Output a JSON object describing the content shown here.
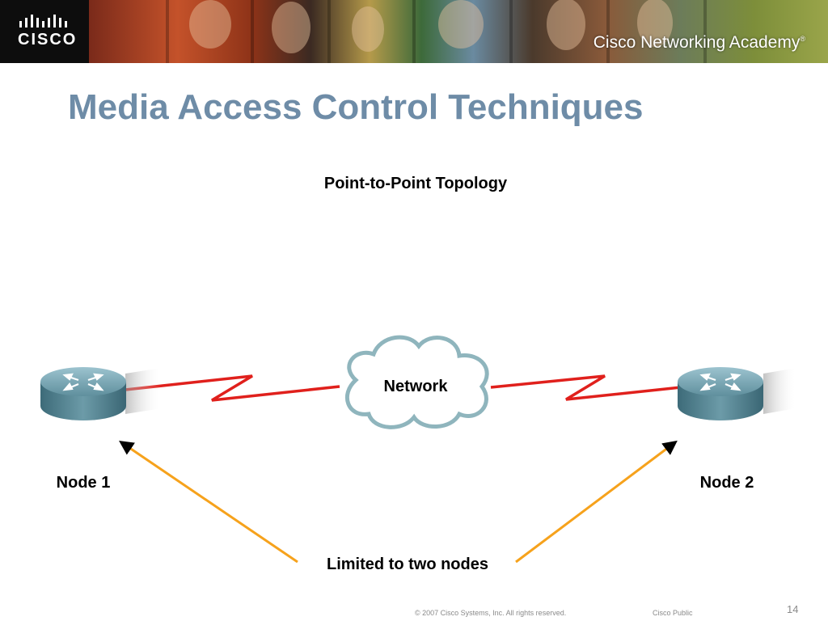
{
  "header": {
    "logo_text": "CISCO",
    "academy_label": "Cisco Networking Academy",
    "trademark": "®"
  },
  "slide": {
    "title": "Media Access Control Techniques"
  },
  "diagram": {
    "topology_title": "Point-to-Point Topology",
    "cloud_label": "Network",
    "node1_label": "Node 1",
    "node2_label": "Node 2",
    "annotation": "Limited to two nodes",
    "colors": {
      "link": "#e0201c",
      "annotation_arrow": "#f6a21c",
      "router_top": "#6f9fae",
      "router_side": "#3f6e7d",
      "cloud_stroke": "#8fb5bd",
      "title": "#6e8ca7"
    }
  },
  "footer": {
    "copyright": "© 2007 Cisco Systems, Inc. All rights reserved.",
    "classification": "Cisco Public",
    "page_number": "14"
  }
}
